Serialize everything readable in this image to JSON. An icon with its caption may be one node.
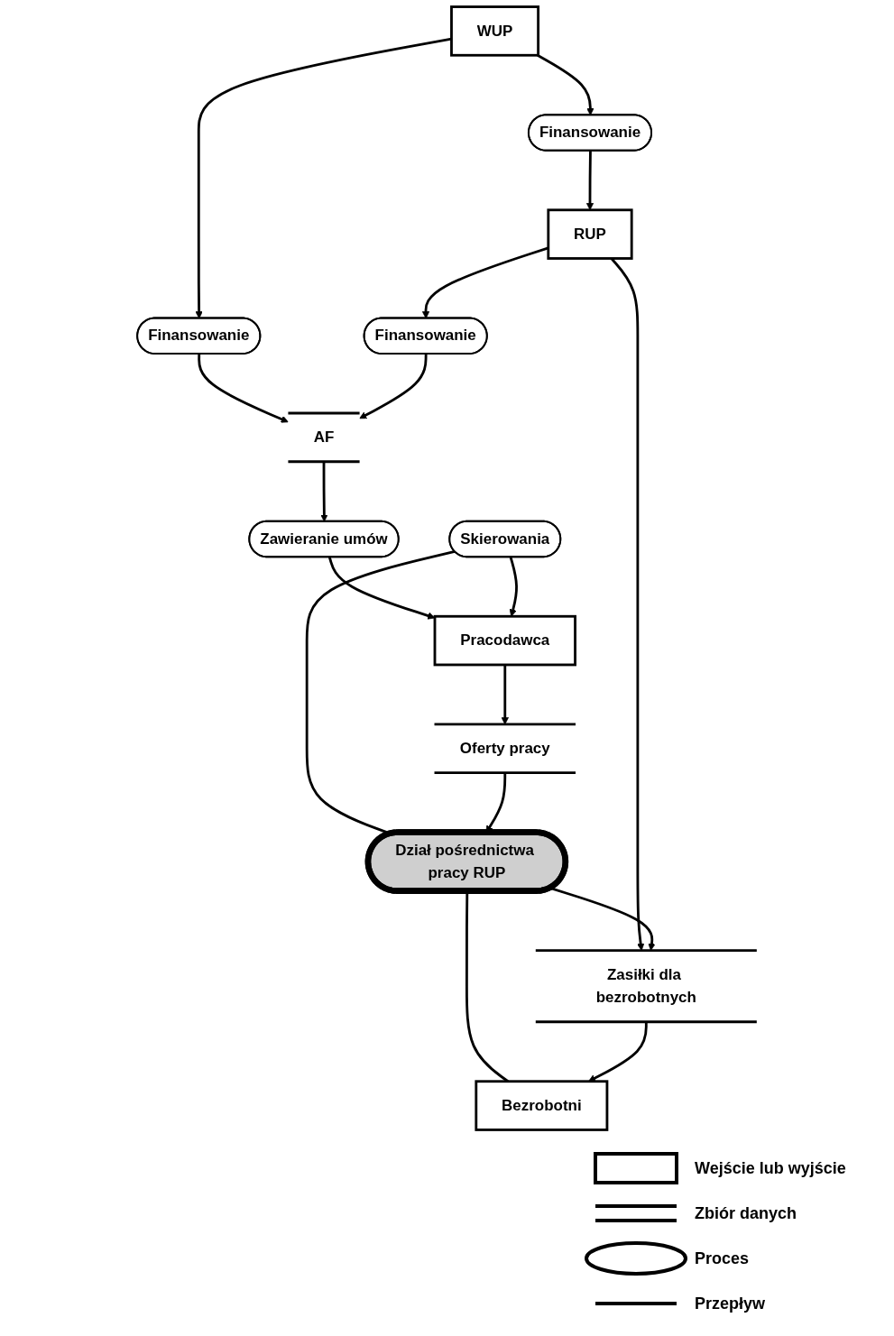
{
  "diagram": {
    "nodes": [
      {
        "text": [
          "WUP"
        ]
      },
      {
        "text": [
          "Finansowanie"
        ]
      },
      {
        "text": [
          "Finansowanie"
        ]
      },
      {
        "text": [
          "RUP"
        ]
      },
      {
        "text": [
          "Finansowanie"
        ]
      },
      {
        "text": [
          "AF"
        ]
      },
      {
        "text": [
          "Zawieranie umów"
        ]
      },
      {
        "text": [
          "Skierowania"
        ]
      },
      {
        "text": [
          "Pracodawca"
        ]
      },
      {
        "text": [
          "Zasiłki dla bezrobotnych"
        ]
      },
      {
        "text": [
          "Dział pośrednictwa pracy RUP"
        ]
      },
      {
        "text": [
          "Oferty pracy"
        ]
      },
      {
        "text": [
          "Bezrobotni"
        ]
      }
    ],
    "edges": [
      {
        "from": 0,
        "to": 1,
        "arrow": "to"
      },
      {
        "from": 0,
        "to": 2,
        "arrow": "to"
      },
      {
        "from": 1,
        "to": 3,
        "arrow": "to"
      },
      {
        "from": 2,
        "to": 5,
        "arrow": "to"
      },
      {
        "from": 3,
        "to": 4,
        "arrow": "to"
      },
      {
        "from": 4,
        "to": 5,
        "arrow": "to"
      },
      {
        "from": 5,
        "to": 6,
        "arrow": "to"
      },
      {
        "from": 6,
        "to": 8,
        "arrow": "to"
      },
      {
        "from": 7,
        "to": 8,
        "arrow": "to"
      },
      {
        "from": 3,
        "to": 9,
        "arrow": "to"
      },
      {
        "from": 8,
        "to": 11,
        "arrow": "to"
      },
      {
        "from": 7,
        "to": 10,
        "arrow": "none"
      },
      {
        "from": 11,
        "to": 10,
        "arrow": "to"
      },
      {
        "from": 10,
        "to": 9,
        "arrow": "to"
      },
      {
        "from": 10,
        "to": 12,
        "arrow": "none"
      },
      {
        "from": 9,
        "to": 12,
        "arrow": "to"
      }
    ],
    "legend": [
      {
        "text": "Wejście lub wyjście"
      },
      {
        "text": "Zbiór danych"
      },
      {
        "text": "Proces"
      },
      {
        "text": "Przepływ"
      }
    ]
  }
}
